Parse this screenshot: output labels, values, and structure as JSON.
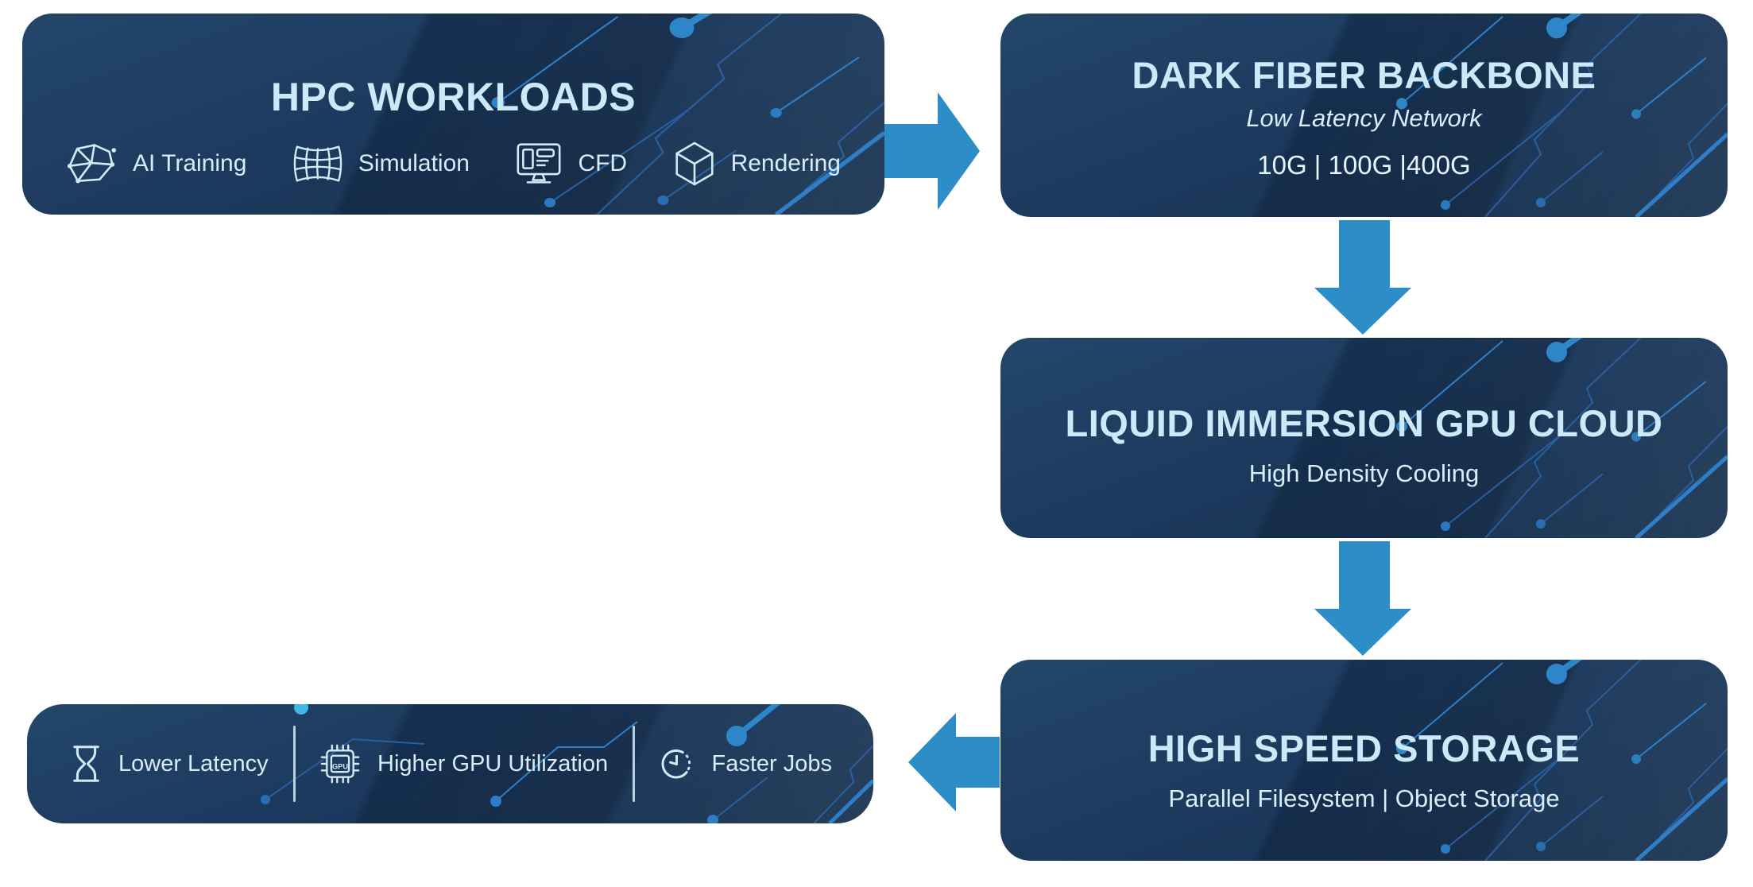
{
  "colors": {
    "page_background": "#ffffff",
    "box_background": "#1c3a5e",
    "title_text": "#cbe9f8",
    "body_text": "#d7ecf8",
    "arrow": "#2d8dc6",
    "circuit_trace_bright": "#2f7fc8",
    "circuit_trace_dim": "#2a5f9e",
    "circuit_dot": "#2e86c9",
    "circuit_dot_cyan": "#41b7e6"
  },
  "boxes": {
    "workloads": {
      "title": "HPC WORKLOADS",
      "items": [
        {
          "icon": "ai-training-icon",
          "label": "AI Training"
        },
        {
          "icon": "simulation-icon",
          "label": "Simulation"
        },
        {
          "icon": "cfd-icon",
          "label": "CFD"
        },
        {
          "icon": "rendering-icon",
          "label": "Rendering"
        }
      ]
    },
    "backbone": {
      "title": "DARK FIBER BACKBONE",
      "subtitle": "Low Latency Network",
      "detail": "10G | 100G |400G"
    },
    "gpu_cloud": {
      "title": "LIQUID IMMERSION GPU CLOUD",
      "subtitle": "High Density Cooling"
    },
    "storage": {
      "title": "HIGH SPEED STORAGE",
      "subtitle": "Parallel Filesystem | Object Storage"
    },
    "benefits": {
      "items": [
        {
          "icon": "hourglass-icon",
          "label": "Lower Latency"
        },
        {
          "icon": "gpu-chip-icon",
          "icon_text": "GPU",
          "label": "Higher GPU Utilization"
        },
        {
          "icon": "clock-icon",
          "label": "Faster Jobs"
        }
      ]
    }
  }
}
